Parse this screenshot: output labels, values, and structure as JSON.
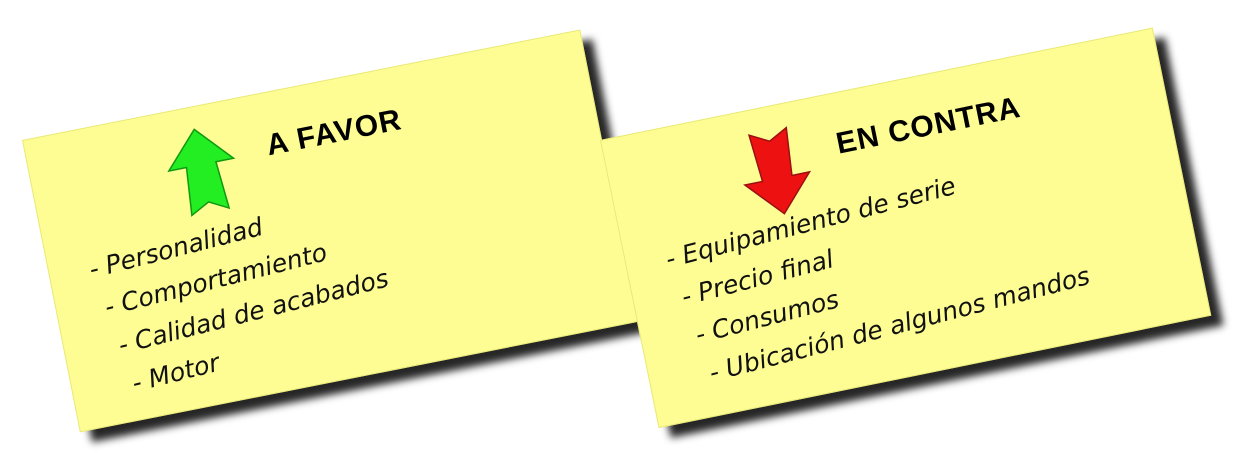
{
  "notes": {
    "favor": {
      "title": "A FAVOR",
      "icon": "arrow-up-icon",
      "color": "#22ee22",
      "items": [
        "- Personalidad",
        "- Comportamiento",
        "- Calidad de acabados",
        "- Motor"
      ]
    },
    "contra": {
      "title": "EN CONTRA",
      "icon": "arrow-down-icon",
      "color": "#ee1111",
      "items": [
        "- Equipamiento de serie",
        "- Precio final",
        "- Consumos",
        "- Ubicación de algunos mandos"
      ]
    }
  }
}
